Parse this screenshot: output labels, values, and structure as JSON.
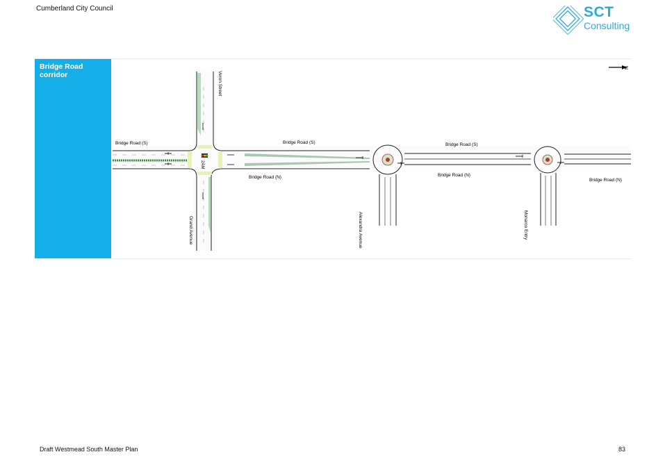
{
  "header": {
    "organisation": "Cumberland City Council"
  },
  "logo": {
    "primary": "SCT",
    "secondary": "Consulting",
    "color": "#29abe2"
  },
  "panel": {
    "title": "Bridge Road corridor",
    "accent_color": "#14aee8"
  },
  "map": {
    "north_label": "N",
    "labels": {
      "bridge_s_1": "Bridge Road (S)",
      "bridge_s_2": "Bridge Road (S)",
      "bridge_s_3": "Bridge Road (S)",
      "bridge_n_1": "Bridge Road (N)",
      "bridge_n_2": "Bridge Road (N)",
      "bridge_n_3": "Bridge Road (N)",
      "veron": "Veron Street",
      "grand": "Grand Avenue",
      "alexandra": "Alexandra Avenue",
      "monarco": "Monarco Entry",
      "mark": "2AM"
    }
  },
  "footer": {
    "document": "Draft Westmead South Master Plan",
    "page": "83"
  }
}
